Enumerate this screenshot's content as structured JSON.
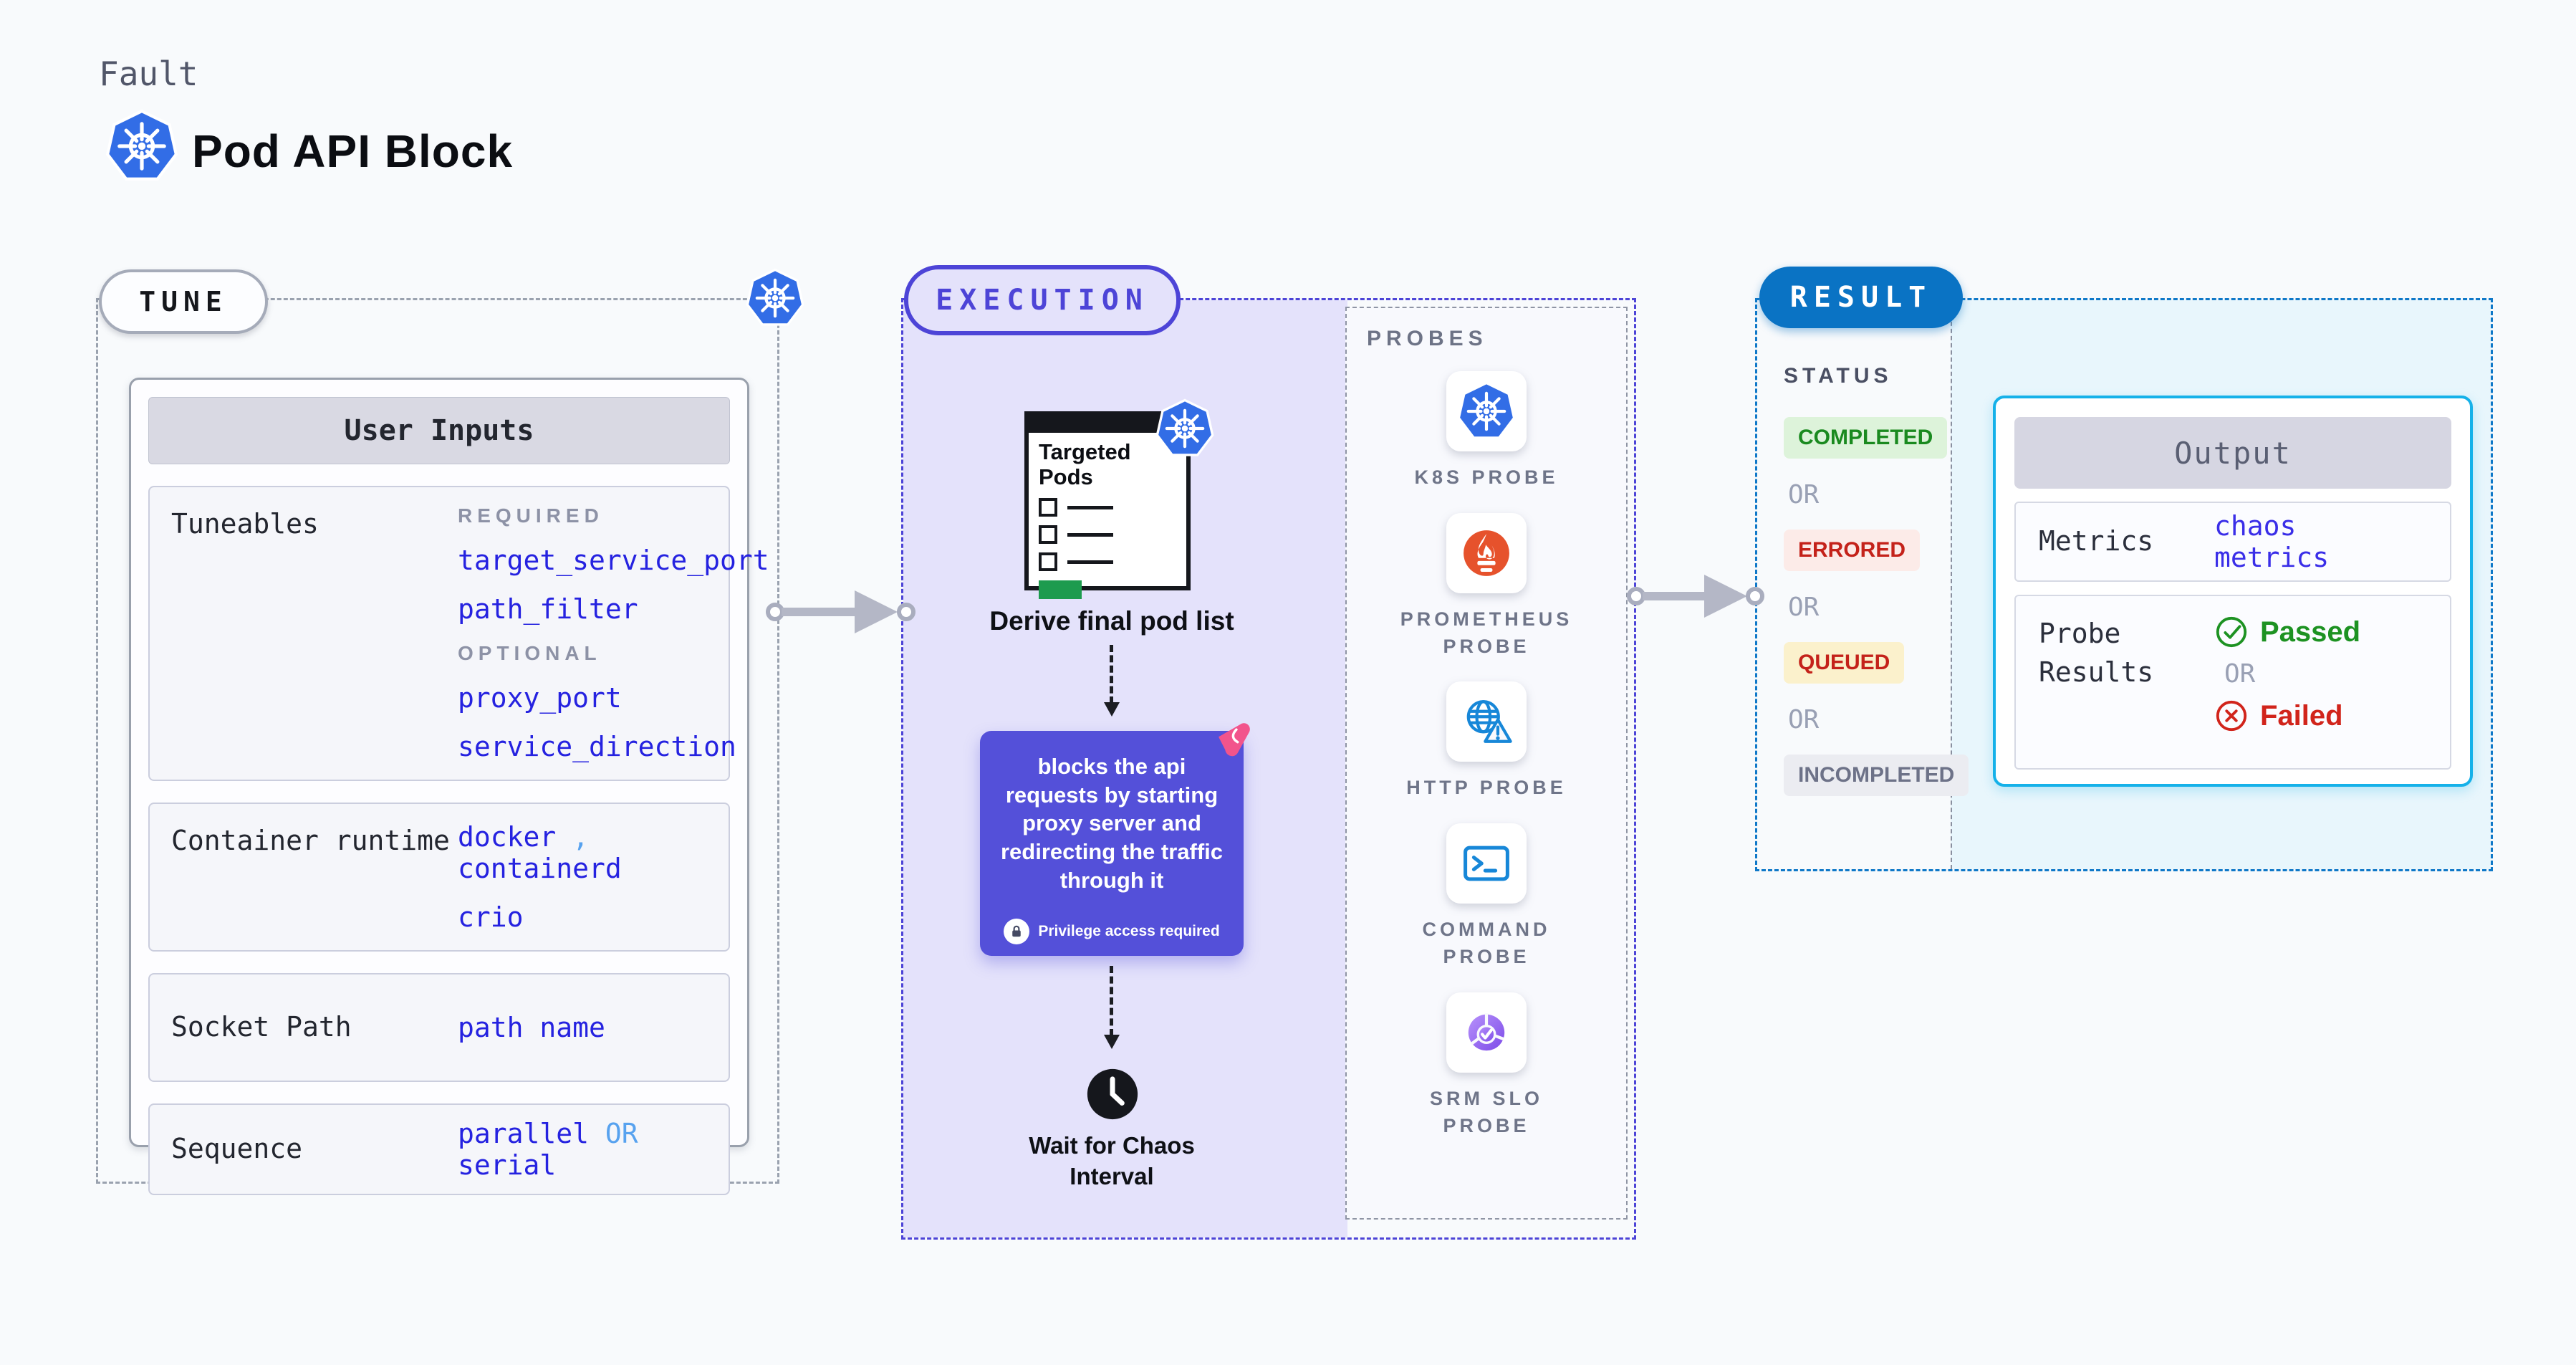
{
  "header": {
    "eyebrow": "Fault",
    "title": "Pod API Block",
    "logo": "kubernetes"
  },
  "tune": {
    "pill_label": "TUNE",
    "card": {
      "title": "User Inputs",
      "tuneables": {
        "label": "Tuneables",
        "required_label": "REQUIRED",
        "required": [
          "target_service_port",
          "path_filter"
        ],
        "optional_label": "OPTIONAL",
        "optional": [
          "proxy_port",
          "service_direction"
        ]
      },
      "container_runtime": {
        "label": "Container runtime",
        "value_1": "docker",
        "separator": ",",
        "value_2": "containerd",
        "value_3": "crio"
      },
      "socket_path": {
        "label": "Socket Path",
        "value": "path name"
      },
      "sequence": {
        "label": "Sequence",
        "value_1": "parallel",
        "or": "OR",
        "value_2": "serial"
      }
    }
  },
  "execution": {
    "pill_label": "EXECUTION",
    "targeted_pods_title": "Targeted Pods",
    "derive_label": "Derive final pod list",
    "block_description": "blocks the api requests by starting proxy server and redirecting the traffic through it",
    "privilege_note": "Privilege access required",
    "wait_label": "Wait for Chaos Interval"
  },
  "probes": {
    "panel_label": "PROBES",
    "items": [
      {
        "label": "K8S PROBE",
        "icon": "kubernetes-icon"
      },
      {
        "label": "PROMETHEUS PROBE",
        "icon": "prometheus-icon"
      },
      {
        "label": "HTTP PROBE",
        "icon": "http-globe-warning-icon"
      },
      {
        "label": "COMMAND PROBE",
        "icon": "terminal-icon"
      },
      {
        "label": "SRM SLO PROBE",
        "icon": "slo-pie-check-icon"
      }
    ]
  },
  "result": {
    "pill_label": "RESULT",
    "status_label": "STATUS",
    "or_label": "OR",
    "statuses": [
      {
        "text": "COMPLETED",
        "color": "#1a8a1f",
        "bg": "#ddf3da"
      },
      {
        "text": "ERRORED",
        "color": "#c4221a",
        "bg": "#fcebe8"
      },
      {
        "text": "QUEUED",
        "color": "#c4221a",
        "bg": "#fbf1cc"
      },
      {
        "text": "INCOMPLETED",
        "color": "#6d7288",
        "bg": "#ebecf1"
      }
    ],
    "output": {
      "title": "Output",
      "metrics_label": "Metrics",
      "metrics_value": "chaos metrics",
      "probe_results_label": "Probe Results",
      "passed_label": "Passed",
      "or_label": "OR",
      "failed_label": "Failed"
    }
  },
  "colors": {
    "page_bg": "#f8fafc",
    "execution_accent": "#4d44d7",
    "execution_fill": "#e4e2fb",
    "block_card": "#5450d9",
    "result_accent": "#0a73c4",
    "output_border": "#15b1e9",
    "value_blue": "#2522e0",
    "value_light_blue": "#57a2ef",
    "kubernetes_blue": "#326de6",
    "prometheus_orange": "#e6522c",
    "passed_green": "#1d9222",
    "failed_red": "#d1241b",
    "litmus_pink": "#f2548c",
    "arrow_gray": "#b4b7c6"
  }
}
